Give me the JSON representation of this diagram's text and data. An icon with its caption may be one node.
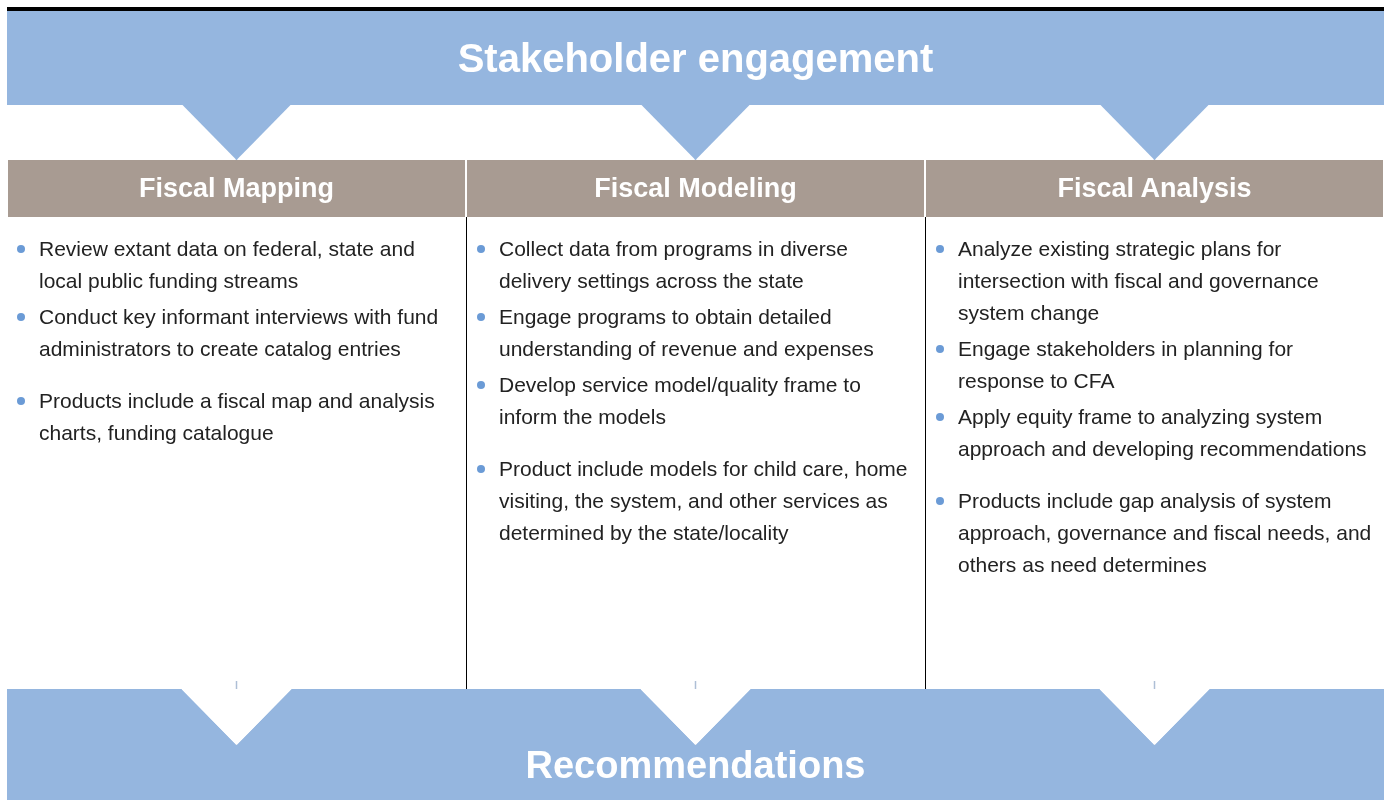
{
  "diagram": {
    "nodes": [
      {
        "text": [
          "Stakeholder engagement"
        ]
      },
      {
        "text": [
          "Fiscal Mapping",
          "Review extant data on federal, state and local public funding streams",
          "Conduct key informant interviews with fund administrators to create catalog entries",
          "Products include a fiscal map and analysis charts, funding catalogue"
        ]
      },
      {
        "text": [
          "Fiscal Modeling",
          "Collect data from programs in diverse delivery settings across the state",
          "Engage programs to obtain detailed understanding of revenue and expenses",
          "Develop service model/quality frame to inform the models",
          "Product include models for child care, home visiting, the system, and other services as determined by the state/locality"
        ]
      },
      {
        "text": [
          "Fiscal Analysis",
          "Analyze existing strategic plans for intersection with fiscal and governance system change",
          "Engage stakeholders in planning for response to CFA",
          "Apply equity frame to analyzing system approach and developing recommendations",
          "Products include gap analysis of system approach, governance and fiscal needs, and others as need determines"
        ]
      },
      {
        "text": [
          "Recommendations"
        ]
      }
    ],
    "edges": [
      {
        "from": 0,
        "to": 1,
        "arrow": "to"
      },
      {
        "from": 0,
        "to": 2,
        "arrow": "to"
      },
      {
        "from": 0,
        "to": 3,
        "arrow": "to"
      },
      {
        "from": 1,
        "to": 4,
        "arrow": "to"
      },
      {
        "from": 2,
        "to": 4,
        "arrow": "to"
      },
      {
        "from": 3,
        "to": 4,
        "arrow": "to"
      }
    ]
  }
}
